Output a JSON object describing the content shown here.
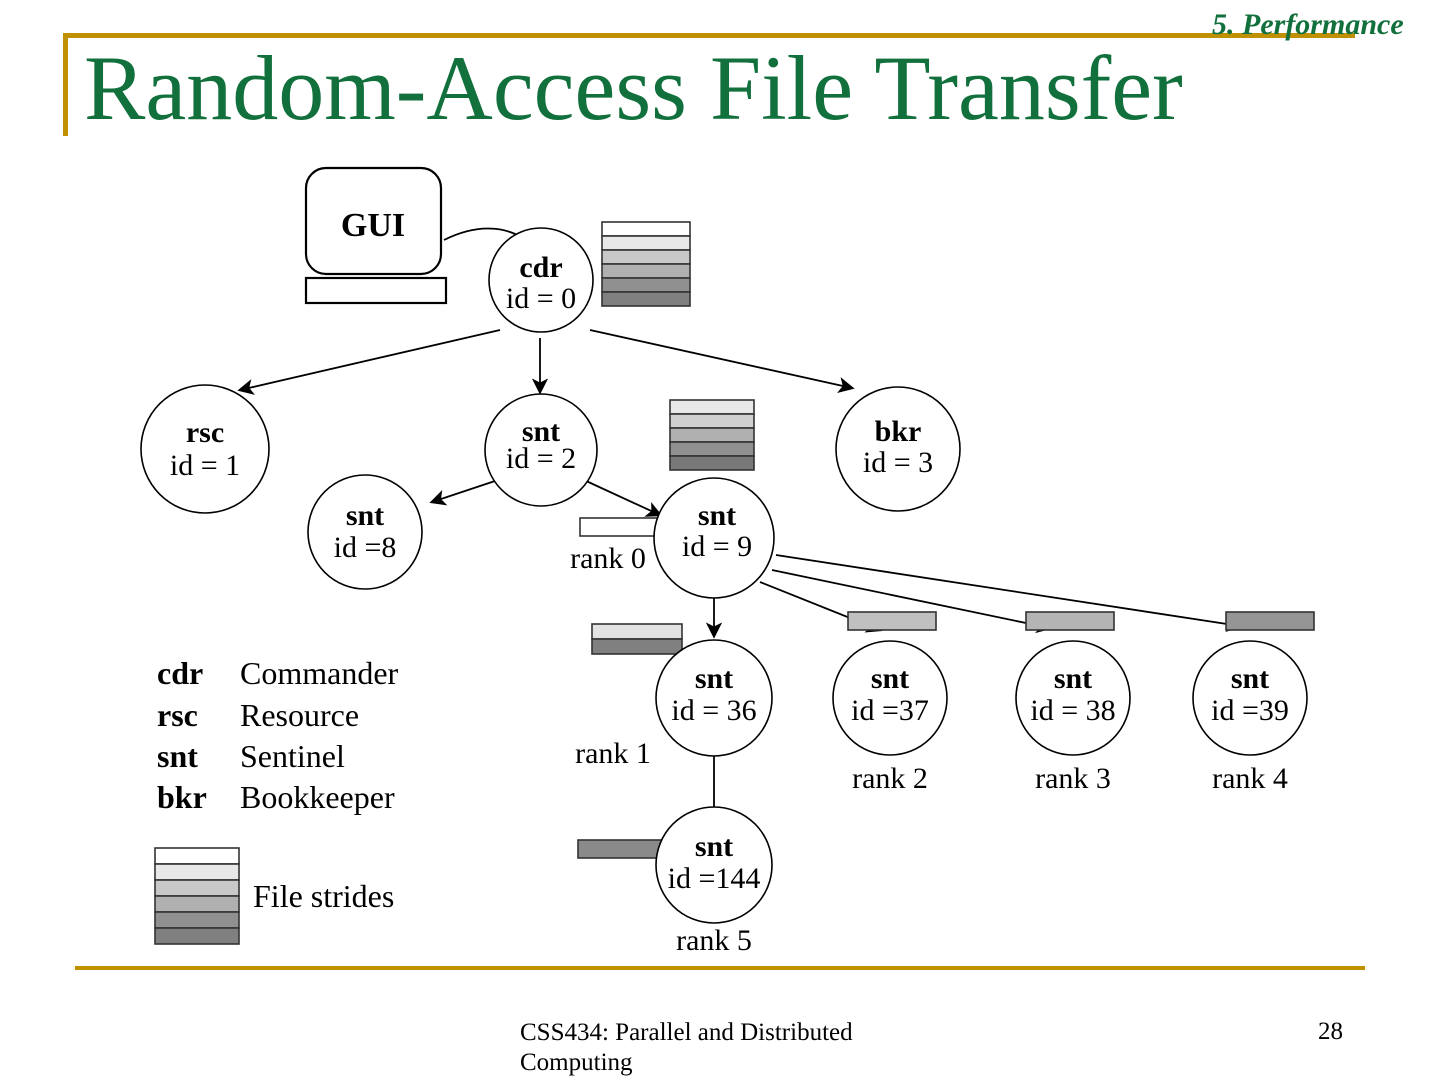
{
  "slide": {
    "title": "Random-Access File Transfer",
    "section_tag": "5. Performance",
    "accent_gold": "#bf9000",
    "accent_green": "#11703c"
  },
  "footer": {
    "course_line1": "CSS434: Parallel and Distributed",
    "course_line2": "Computing",
    "page_number": "28"
  },
  "diagram": {
    "gui": {
      "label": "GUI"
    },
    "nodes": [
      {
        "key": "cdr0",
        "tag": "cdr",
        "id": "id = 0",
        "rank": ""
      },
      {
        "key": "rsc1",
        "tag": "rsc",
        "id": "id = 1",
        "rank": ""
      },
      {
        "key": "snt2",
        "tag": "snt",
        "id": "id = 2",
        "rank": ""
      },
      {
        "key": "bkr3",
        "tag": "bkr",
        "id": "id = 3",
        "rank": ""
      },
      {
        "key": "snt8",
        "tag": "snt",
        "id": "id =8",
        "rank": ""
      },
      {
        "key": "snt9",
        "tag": "snt",
        "id": "id = 9",
        "rank": "rank 0"
      },
      {
        "key": "snt36",
        "tag": "snt",
        "id": "id = 36",
        "rank": "rank 1"
      },
      {
        "key": "snt37",
        "tag": "snt",
        "id": "id =37",
        "rank": "rank 2"
      },
      {
        "key": "snt38",
        "tag": "snt",
        "id": "id = 38",
        "rank": "rank 3"
      },
      {
        "key": "snt39",
        "tag": "snt",
        "id": "id =39",
        "rank": "rank 4"
      },
      {
        "key": "snt144",
        "tag": "snt",
        "id": "id =144",
        "rank": "rank 5"
      }
    ],
    "legend": {
      "entries": [
        {
          "abbr": "cdr",
          "word": "Commander"
        },
        {
          "abbr": "rsc",
          "word": "Resource"
        },
        {
          "abbr": "snt",
          "word": "Sentinel"
        },
        {
          "abbr": "bkr",
          "word": "Bookkeeper"
        }
      ],
      "strides_label": "File strides",
      "strides_colors": [
        "#ffffff",
        "#e8e8e8",
        "#c8c8c8",
        "#b0b0b0",
        "#909090",
        "#808080"
      ]
    },
    "stride_stacks": {
      "cdr_stack_colors": [
        "#ffffff",
        "#e8e8e8",
        "#c8c8c8",
        "#b0b0b0",
        "#909090",
        "#808080"
      ],
      "snt2_stack_colors": [
        "#e8e8e8",
        "#d0d0d0",
        "#b0b0b0",
        "#909090",
        "#787878"
      ]
    },
    "stride_bars": {
      "rank0_colors": [
        "#ffffff"
      ],
      "rank1_colors": [
        "#e2e2e2",
        "#808080"
      ],
      "rank2_colors": [
        "#c0c0c0"
      ],
      "rank3_colors": [
        "#b4b4b4"
      ],
      "rank4_colors": [
        "#959595"
      ],
      "rank5_colors": [
        "#8a8a8a"
      ]
    }
  }
}
